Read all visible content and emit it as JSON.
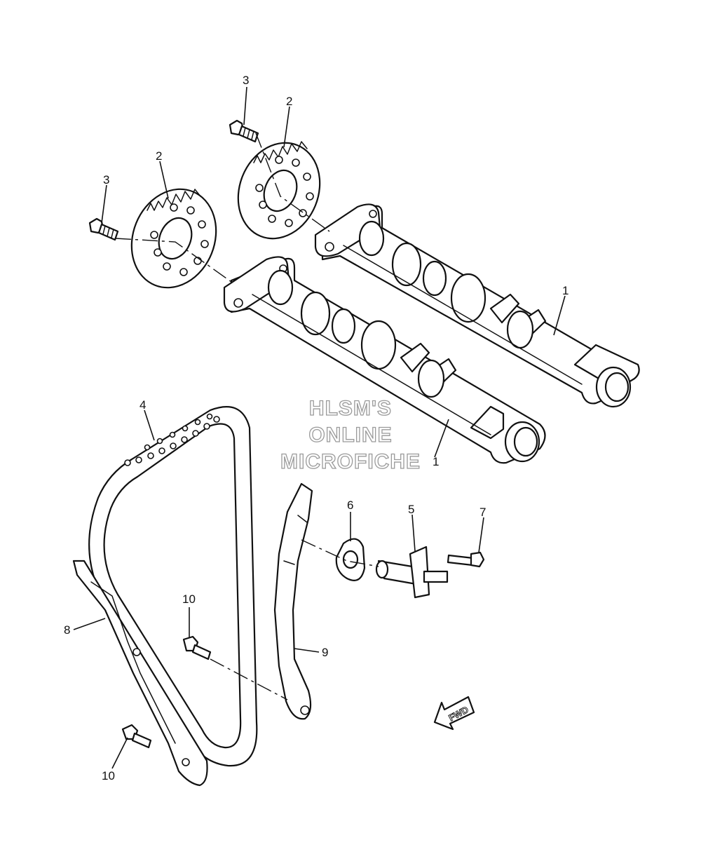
{
  "callouts": {
    "c1a": "1",
    "c1b": "1",
    "c2a": "2",
    "c2b": "2",
    "c3a": "3",
    "c3b": "3",
    "c4": "4",
    "c5": "5",
    "c6": "6",
    "c7": "7",
    "c8": "8",
    "c9": "9",
    "c10a": "10",
    "c10b": "10"
  },
  "watermark": {
    "line1": "HLSM'S",
    "line2": "ONLINE",
    "line3": "MICROFICHE"
  },
  "direction": {
    "label": "FWD"
  }
}
